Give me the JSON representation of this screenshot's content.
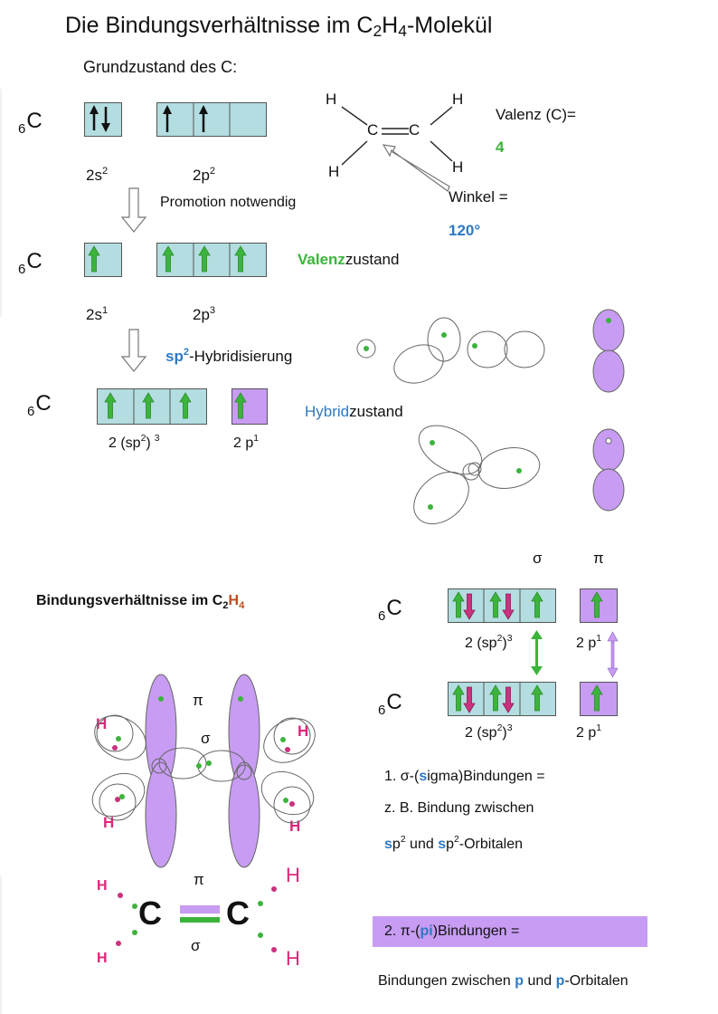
{
  "title": {
    "pre": "Die Bindungsverhältnisse im C",
    "sub1": "2",
    "mid": "H",
    "sub2": "4",
    "post": "-Molekül"
  },
  "ground_state_label": "Grundzustand des C:",
  "carbon": {
    "sub": "6",
    "sym": "C"
  },
  "labels": {
    "s2": "2s",
    "s2_sup": "2",
    "p2": "2p",
    "p2_sup": "2",
    "s1": "2s",
    "s1_sup": "1",
    "p3": "2p",
    "p3_sup": "3",
    "promotion": "Promotion notwendig",
    "valenz_a": "Valenz",
    "valenz_b": "zustand",
    "sp2_a": "sp",
    "sp2_sup": "2",
    "sp2_b": "-Hybridisierung",
    "hybrid_a": "Hybrid",
    "hybrid_b": "zustand",
    "hyb_sp2": "2 (sp",
    "hyb_sp2_sup": "2",
    "hyb_sp2_close": ")",
    "hyb_sp2_exp": "3",
    "hyb_p1": "2 p",
    "hyb_p1_sup": "1"
  },
  "molecule": {
    "H": "H",
    "C": "C"
  },
  "valenz_label": "Valenz (C)=",
  "valenz_value": "4",
  "winkel_label": "Winkel =",
  "winkel_value": "120°",
  "bindung_section": {
    "pre": "Bindungsverhältnisse im C",
    "sub1": "2",
    "mid": "H",
    "sub2": "4"
  },
  "sigma": "σ",
  "pi": "π",
  "def1": {
    "a": "1. σ-(",
    "b": "s",
    "c": "igma)Bindungen ="
  },
  "def1_line2": "z. B. Bindung zwischen",
  "def1_line3": {
    "a": "s",
    "b": "p",
    "c": "2",
    "d": " und ",
    "e": "s",
    "f": "p",
    "g": "2",
    "h": "-Orbitalen"
  },
  "def2": {
    "a": "2. π-(",
    "b": "pi",
    "c": ")Bindungen ="
  },
  "def2_line2": {
    "a": "Bindungen zwischen ",
    "b": "p",
    "c": " und ",
    "d": "p",
    "e": "-Orbitalen"
  },
  "colors": {
    "teal": "#b3dde0",
    "violet": "#c79cf2",
    "green": "#3cb43c",
    "blue": "#2e79c4",
    "magenta": "#e0257a",
    "orange": "#c04a1a"
  }
}
